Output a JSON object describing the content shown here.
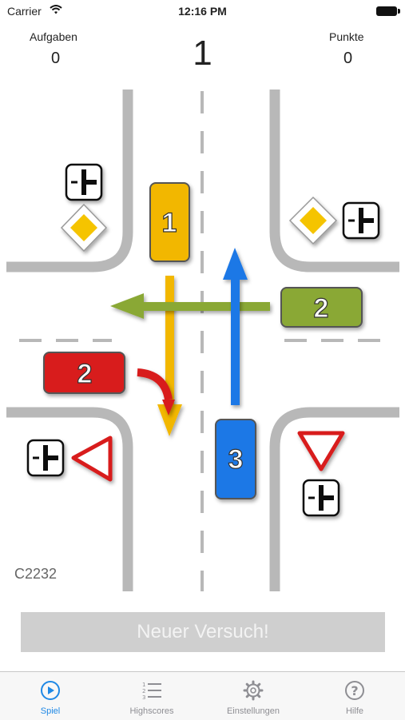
{
  "status_bar": {
    "carrier": "Carrier",
    "time": "12:16 PM"
  },
  "header": {
    "tasks_label": "Aufgaben",
    "tasks_value": "0",
    "round_number": "1",
    "points_label": "Punkte",
    "points_value": "0"
  },
  "intersection": {
    "cars": [
      {
        "id": "yellow",
        "label": "1",
        "color": "#f2b705"
      },
      {
        "id": "green",
        "label": "2",
        "color": "#8aa836"
      },
      {
        "id": "red",
        "label": "2",
        "color": "#d81e1e"
      },
      {
        "id": "blue",
        "label": "3",
        "color": "#1e78e6"
      }
    ],
    "arrow_colors": {
      "yellow": "#f2b705",
      "green": "#8aa836",
      "red": "#d81e1e",
      "blue": "#1e78e6"
    },
    "signs": [
      "priority-road-sign",
      "give-way-sign",
      "intersection-layout-sign"
    ]
  },
  "task_code": "C2232",
  "retry_button": "Neuer Versuch!",
  "tabs": [
    {
      "label": "Spiel",
      "icon": "play-icon",
      "active": true
    },
    {
      "label": "Highscores",
      "icon": "list-icon",
      "active": false
    },
    {
      "label": "Einstellungen",
      "icon": "gear-icon",
      "active": false
    },
    {
      "label": "Hilfe",
      "icon": "question-icon",
      "active": false
    }
  ],
  "colors": {
    "accent": "#1e88e5",
    "road": "#b8b8b8",
    "inactive": "#8e8e93"
  }
}
